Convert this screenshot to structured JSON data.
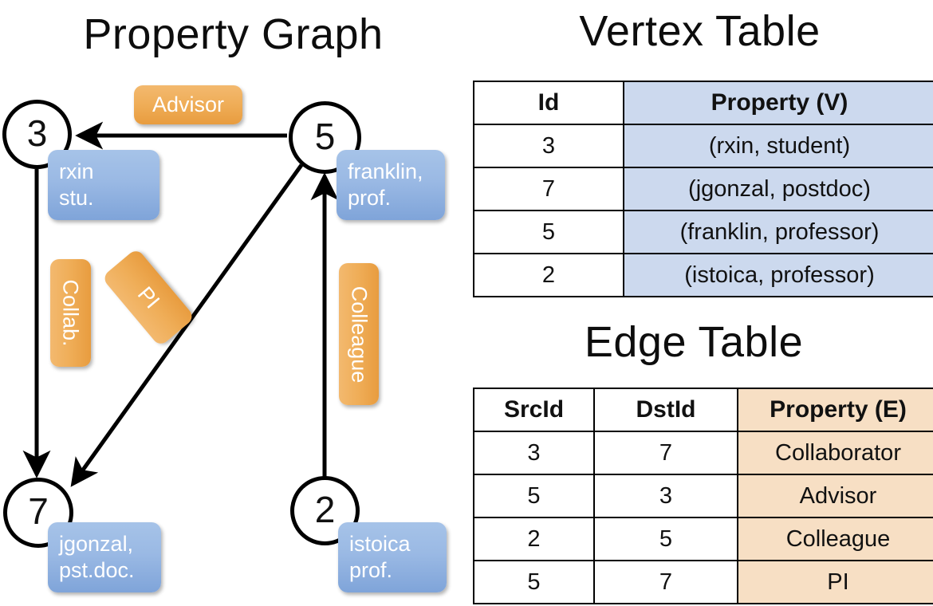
{
  "titles": {
    "property_graph": "Property Graph",
    "vertex_table": "Vertex Table",
    "edge_table": "Edge Table"
  },
  "graph": {
    "nodes": [
      {
        "id": "3",
        "property": "rxin\nstu."
      },
      {
        "id": "5",
        "property": "franklin,\nprof."
      },
      {
        "id": "7",
        "property": "jgonzal,\npst.doc."
      },
      {
        "id": "2",
        "property": "istoica\nprof."
      }
    ],
    "node_labels": {
      "n3": "3",
      "n5": "5",
      "n7": "7",
      "n2": "2"
    },
    "vertex_property_labels": {
      "rxin_line1": "rxin",
      "rxin_line2": "stu.",
      "franklin_line1": "franklin,",
      "franklin_line2": "prof.",
      "jgonzal_line1": "jgonzal,",
      "jgonzal_line2": "pst.doc.",
      "istoica_line1": "istoica",
      "istoica_line2": "prof."
    },
    "edge_labels": {
      "advisor": "Advisor",
      "collab": "Collab.",
      "pi": "PI",
      "colleague": "Colleague"
    },
    "edges": [
      {
        "from": "5",
        "to": "3",
        "label": "Advisor"
      },
      {
        "from": "3",
        "to": "7",
        "label": "Collab."
      },
      {
        "from": "5",
        "to": "7",
        "label": "PI"
      },
      {
        "from": "2",
        "to": "5",
        "label": "Colleague"
      }
    ]
  },
  "vertex_table": {
    "headers": [
      "Id",
      "Property (V)"
    ],
    "rows": [
      [
        "3",
        "(rxin, student)"
      ],
      [
        "7",
        "(jgonzal, postdoc)"
      ],
      [
        "5",
        "(franklin, professor)"
      ],
      [
        "2",
        "(istoica, professor)"
      ]
    ]
  },
  "edge_table": {
    "headers": [
      "SrcId",
      "DstId",
      "Property (E)"
    ],
    "rows": [
      [
        "3",
        "7",
        "Collaborator"
      ],
      [
        "5",
        "3",
        "Advisor"
      ],
      [
        "2",
        "5",
        "Colleague"
      ],
      [
        "5",
        "7",
        "PI"
      ]
    ]
  },
  "colors": {
    "vertex_property_box": "#9ab9e4",
    "edge_property_box": "#efad57",
    "vertex_table_highlight": "#ccd9ee",
    "edge_table_highlight": "#f7dfc4",
    "stroke": "#000000",
    "background": "#ffffff"
  }
}
